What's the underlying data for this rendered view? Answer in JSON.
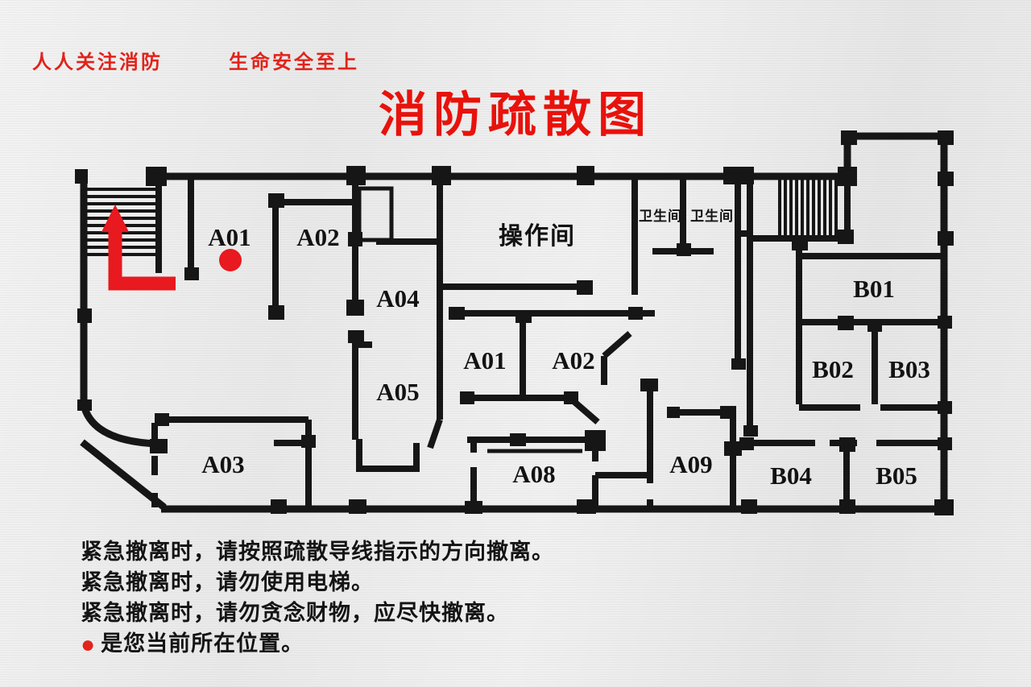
{
  "header": {
    "slogan_left": "人人关注消防",
    "slogan_right": "生命安全至上",
    "title": "消防疏散图"
  },
  "plan": {
    "rooms": [
      {
        "id": "a01-top",
        "label": "A01"
      },
      {
        "id": "a02-top",
        "label": "A02"
      },
      {
        "id": "operation-room",
        "label": "操作间"
      },
      {
        "id": "restroom-1",
        "label": "卫生间"
      },
      {
        "id": "restroom-2",
        "label": "卫生间"
      },
      {
        "id": "a04",
        "label": "A04"
      },
      {
        "id": "a05",
        "label": "A05"
      },
      {
        "id": "a01-mid",
        "label": "A01"
      },
      {
        "id": "a02-mid",
        "label": "A02"
      },
      {
        "id": "a03",
        "label": "A03"
      },
      {
        "id": "a08",
        "label": "A08"
      },
      {
        "id": "a09",
        "label": "A09"
      },
      {
        "id": "b01",
        "label": "B01"
      },
      {
        "id": "b02",
        "label": "B02"
      },
      {
        "id": "b03",
        "label": "B03"
      },
      {
        "id": "b04",
        "label": "B04"
      },
      {
        "id": "b05",
        "label": "B05"
      }
    ]
  },
  "footer": {
    "instructions": [
      "紧急撤离时，请按照疏散导线指示的方向撤离。",
      "紧急撤离时，请勿使用电梯。",
      "紧急撤离时，请勿贪念财物，应尽快撤离。"
    ],
    "bullet": "●",
    "location_note": "是您当前所在位置。"
  },
  "colors": {
    "accent_red": "#e2231a",
    "arrow_red": "#e8191f",
    "wall_black": "#161616"
  }
}
